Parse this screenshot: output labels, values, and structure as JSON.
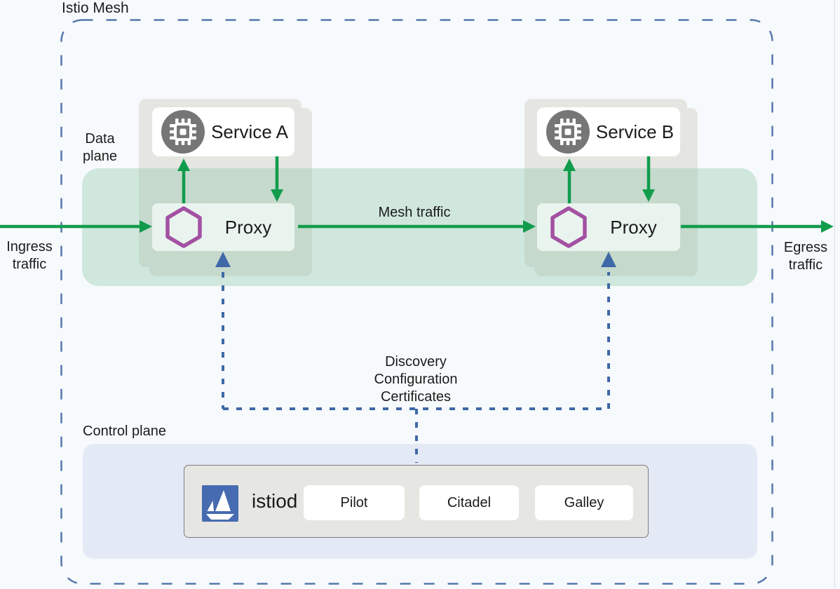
{
  "title": "Istio Mesh",
  "labels": {
    "data_plane": "Data\nplane",
    "control_plane": "Control plane",
    "ingress": "Ingress\ntraffic",
    "egress": "Egress\ntraffic",
    "mesh_traffic": "Mesh traffic",
    "discovery": "Discovery\nConfiguration\nCertificates"
  },
  "services": [
    {
      "label": "Service A",
      "proxy_label": "Proxy"
    },
    {
      "label": "Service B",
      "proxy_label": "Proxy"
    }
  ],
  "control_plane": {
    "istiod_label": "istiod",
    "components": [
      "Pilot",
      "Citadel",
      "Galley"
    ]
  },
  "icons": {
    "service": "cpu-chip-icon",
    "proxy": "hexagon-sidecar-icon",
    "istiod": "istio-sailboat-icon"
  },
  "colors": {
    "background": "#f7fafc",
    "text": "#1b1b1b",
    "accent_green": "#119c4c",
    "accent_purple": "#a351a3",
    "accent_blue": "#3f68a6",
    "border_blue": "#5577ab",
    "card_gray": "#e5e5e2",
    "band_overlay": "rgba(144,199,171,0.38)",
    "proxy_green": "#eaf4ee",
    "control_bg": "#e4e9f6",
    "istiod_bg": "#e6e6e3",
    "istiod_border": "#7d7d7d",
    "istio_blue": "#466bb0",
    "icon_gray": "#767676",
    "node_white": "#ffffff"
  }
}
